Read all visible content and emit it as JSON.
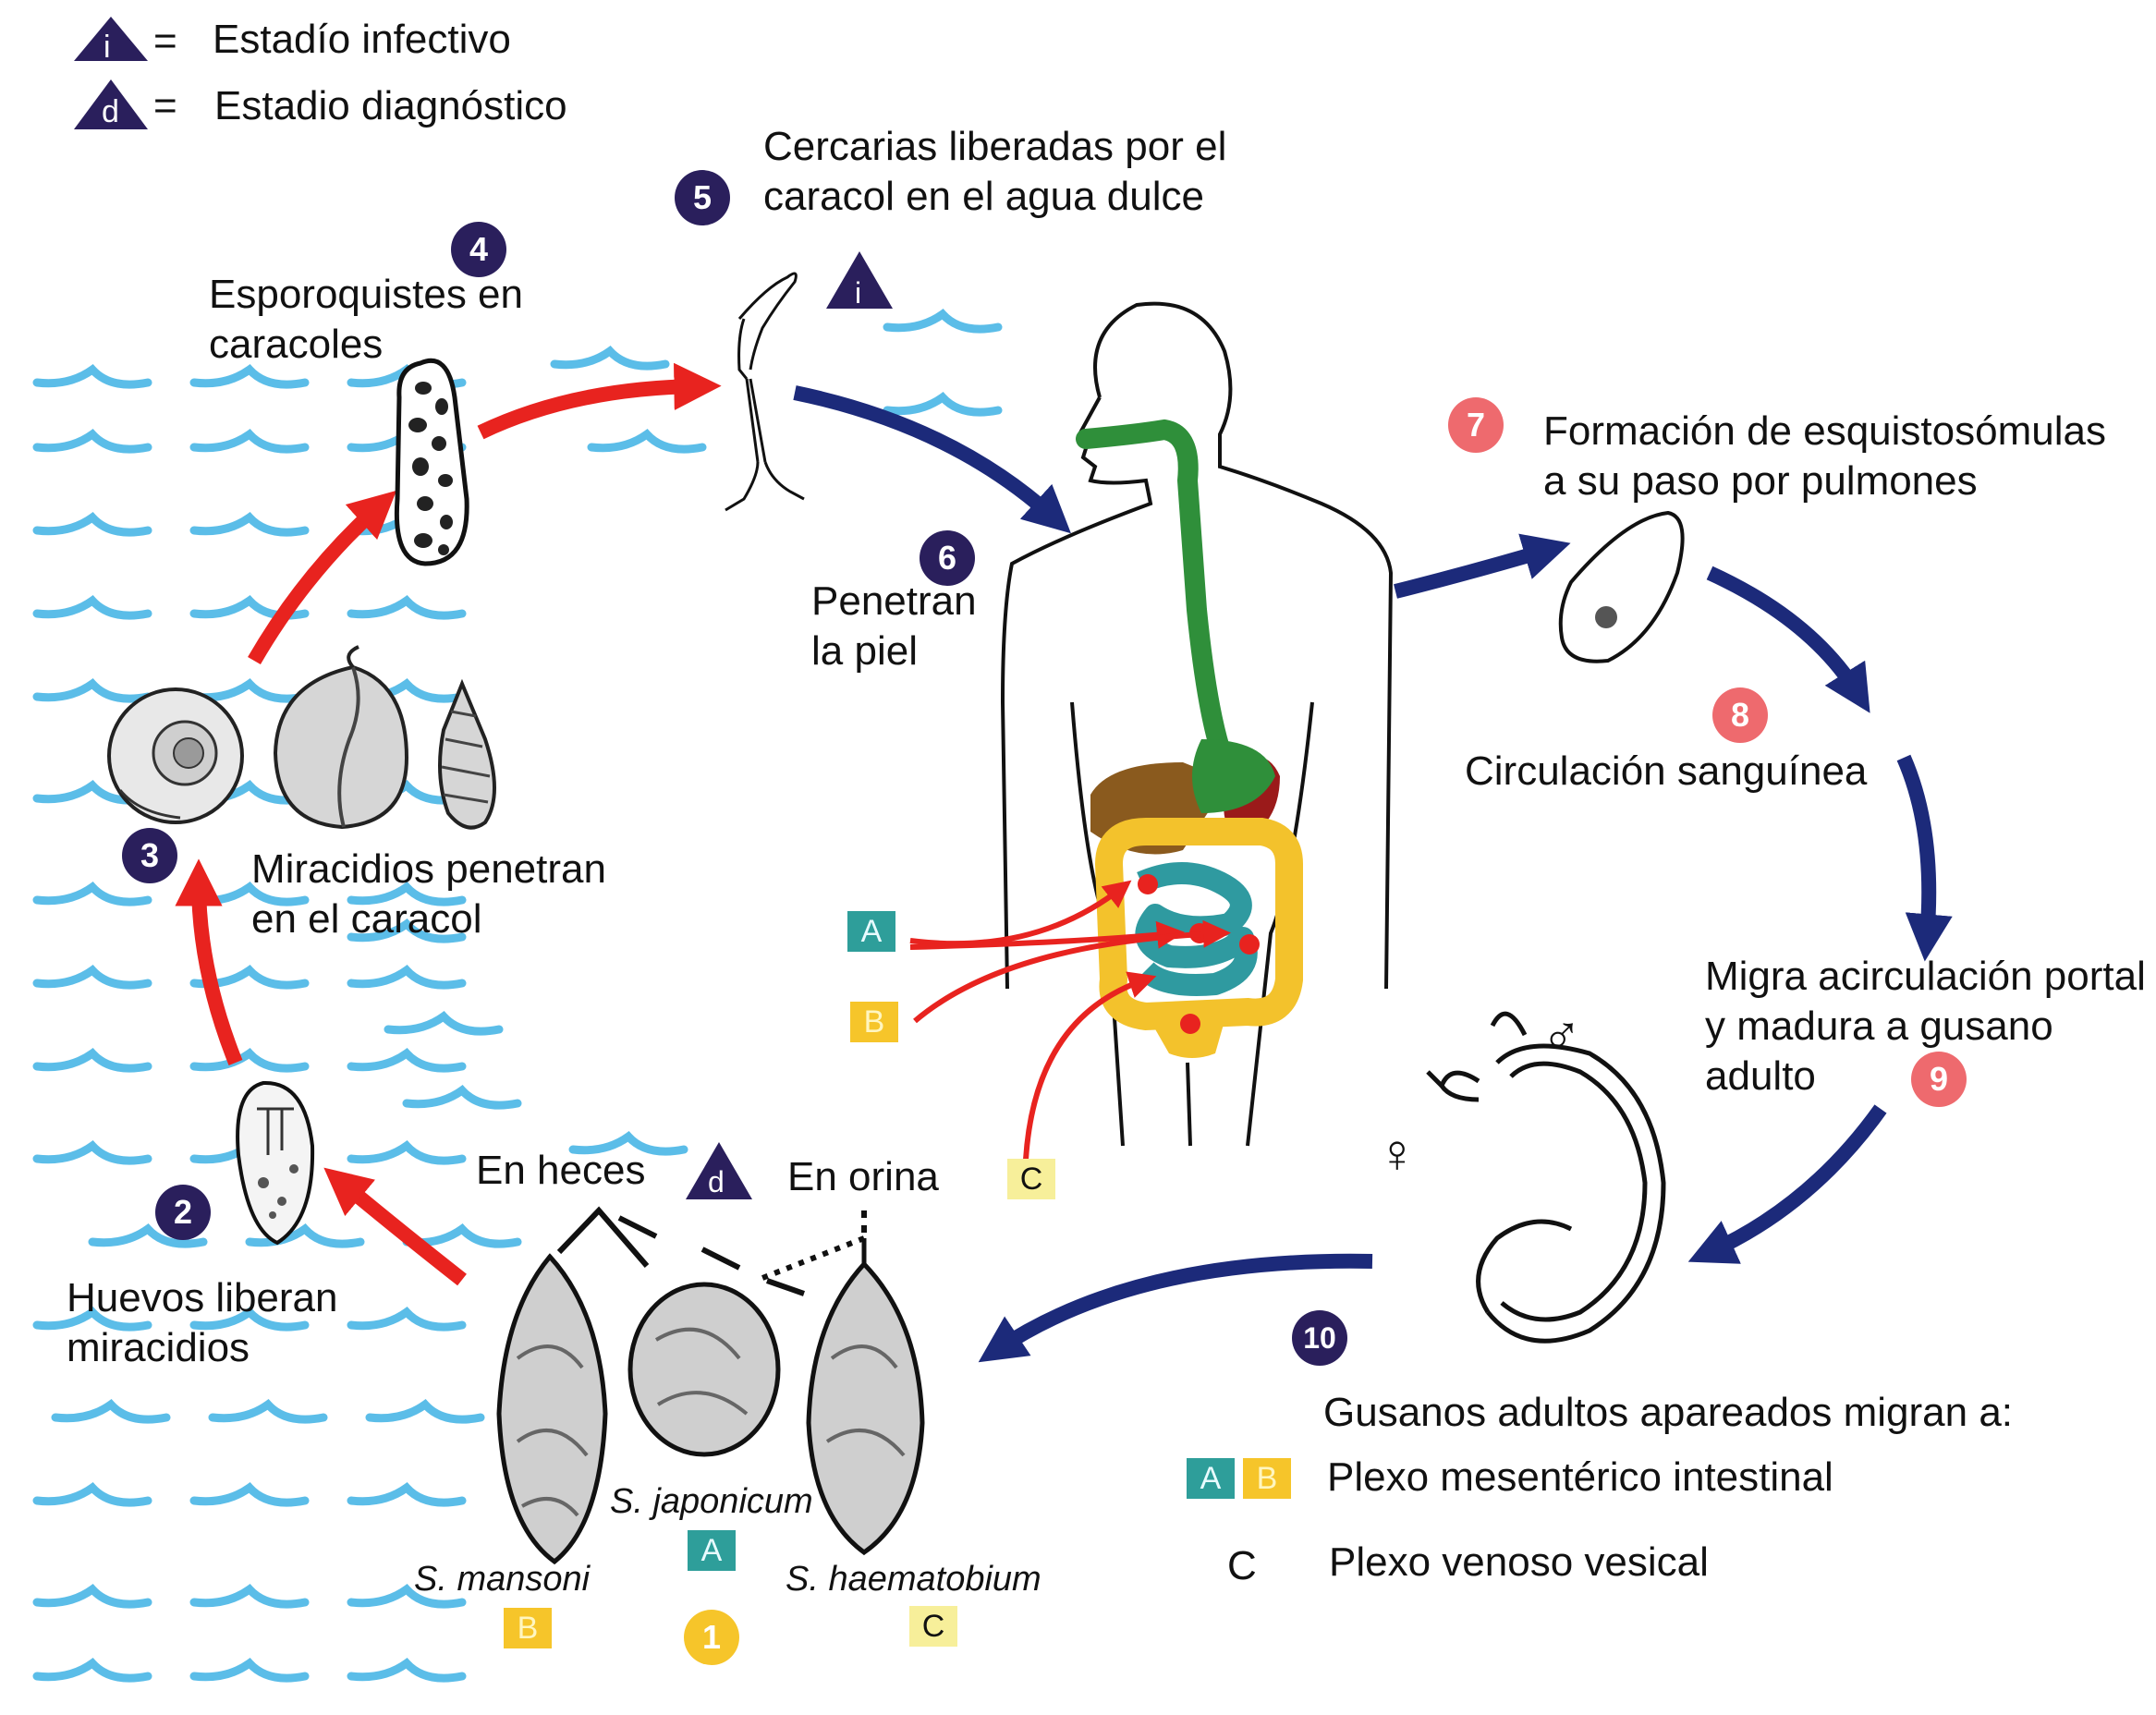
{
  "colors": {
    "water": "#5bbde8",
    "red_arrow": "#e8231f",
    "blue_arrow": "#1c2a7a",
    "dark_badge": "#2a1f5c",
    "red_badge": "#ee6a6e",
    "yellow_badge": "#f6c52a",
    "teal_badge": "#2e9e9a",
    "pale_badge": "#f7ef9a",
    "gut_green": "#2f8f3a",
    "colon_yellow": "#f3c22c",
    "intestine_teal": "#2f9aa0",
    "liver_brown": "#8a5a1e",
    "spleen_red": "#9b1a1a"
  },
  "legend": {
    "infective_letter": "i",
    "infective_eq": "=",
    "infective_label": "Estadío infectivo",
    "diagnostic_letter": "d",
    "diagnostic_eq": "=",
    "diagnostic_label": "Estadio diagnóstico"
  },
  "steps": {
    "s1": {
      "num": "1"
    },
    "s2": {
      "num": "2",
      "label": "Huevos liberan miracidios"
    },
    "s3": {
      "num": "3",
      "label": "Miracidios penetran en el caracol"
    },
    "s4": {
      "num": "4",
      "label": "Esporoquistes en caracoles"
    },
    "s5": {
      "num": "5",
      "label": "Cercarias liberadas por el caracol en el agua dulce",
      "marker": "i"
    },
    "s6": {
      "num": "6",
      "label": "Penetran la piel"
    },
    "s7": {
      "num": "7",
      "label": "Formación de esquistosómulas a su paso por pulmones"
    },
    "s8": {
      "num": "8",
      "label": "Circulación sanguínea"
    },
    "s9": {
      "num": "9",
      "label": "Migra acirculación portal y madura a gusano adulto"
    },
    "s10": {
      "num": "10",
      "label": "Gusanos adultos apareados migran a:"
    }
  },
  "eggs": {
    "feces_label": "En heces",
    "urine_label": "En orina",
    "diag_marker": "d",
    "mansoni": "S. mansoni",
    "japonicum": "S. japonicum",
    "haematobium": "S. haematobium",
    "mansoni_tag": "B",
    "japonicum_tag": "A",
    "haematobium_tag": "C"
  },
  "body_tags": {
    "a": "A",
    "b": "B",
    "c": "C"
  },
  "worm_symbols": {
    "male": "♂",
    "female": "♀"
  },
  "destinations": {
    "ab_tag_a": "A",
    "ab_tag_b": "B",
    "ab_label": "Plexo mesentérico intestinal",
    "c_tag": "C",
    "c_label": "Plexo venoso vesical"
  }
}
